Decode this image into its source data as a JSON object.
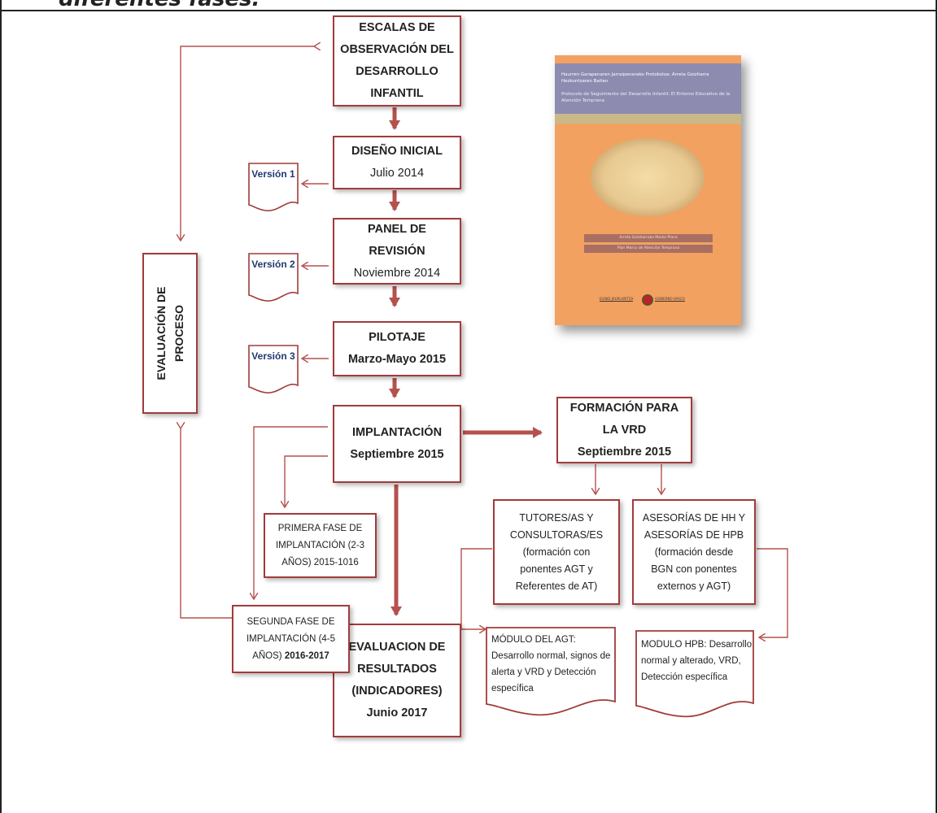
{
  "header": {
    "text": "diferentes fases."
  },
  "colors": {
    "arrow": "#b5514d",
    "border": "#a23b3b",
    "doc_text": "#1f3870",
    "cover": "#f3a160"
  },
  "boxes": {
    "escalas": [
      "ESCALAS DE",
      "OBSERVACIÓN DEL",
      "DESARROLLO",
      "INFANTIL"
    ],
    "diseno": {
      "title": "DISEÑO INICIAL",
      "date": "Julio 2014"
    },
    "panel": {
      "title1": "PANEL DE",
      "title2": "REVISIÓN",
      "date": "Noviembre 2014"
    },
    "pilotaje": {
      "title": "PILOTAJE",
      "date": "Marzo-Mayo 2015"
    },
    "implantacion": {
      "title": "IMPLANTACIÓN",
      "date": "Septiembre 2015"
    },
    "formacion": {
      "title1": "FORMACIÓN PARA",
      "title2": "LA VRD",
      "date": "Septiembre 2015"
    },
    "evaluacion_proceso": [
      "EVALUACIÓN DE",
      "PROCESO"
    ],
    "primera_fase": [
      "PRIMERA FASE DE",
      "IMPLANTACIÓN (2-3",
      "AÑOS) 2015-1016"
    ],
    "segunda_fase": {
      "line1": "SEGUNDA FASE DE",
      "line2": "IMPLANTACIÓN (4-5",
      "line3a": "AÑOS) ",
      "line3b": "2016-2017"
    },
    "tutores": [
      "TUTORES/AS Y",
      "CONSULTORAS/ES",
      "(formación con",
      "ponentes AGT y",
      "Referentes de AT)"
    ],
    "asesorias": [
      "ASESORÍAS DE HH Y",
      "ASESORÍAS DE HPB",
      "(formación desde",
      "BGN con ponentes",
      "externos y AGT)"
    ],
    "evaluacion_resultados": [
      "EVALUACION DE",
      "RESULTADOS",
      "(INDICADORES)",
      "Junio 2017"
    ]
  },
  "modules": {
    "agt": [
      "MÓDULO DEL AGT:",
      "Desarrollo normal,",
      "signos de alerta y VRD",
      "y  Detección específica"
    ],
    "hpb": [
      "MODULO HPB:",
      "Desarrollo normal y",
      "alterado, VRD,",
      "Detección específica"
    ]
  },
  "versions": [
    {
      "word": "Versión",
      "num": "1"
    },
    {
      "word": "Versión",
      "num": "2"
    },
    {
      "word": "Versión",
      "num": "3"
    }
  ],
  "cover": {
    "title": "Haurren Garapenaren Jarraipenerako Protokoloa: Arreta Goiztiarra Hezkuntzaren Baitan",
    "subtitle": "Protocolo de Seguimiento del Desarrollo Infantil: El Entorno Educativo de la Atención Temprana",
    "bar1": "Arreta Goiztiarrako Marko Plana",
    "bar2": "Plan Marco de Atención Temprana",
    "logo_left": "EUSKO JAURLARITZA",
    "logo_right": "GOBIERNO VASCO"
  }
}
